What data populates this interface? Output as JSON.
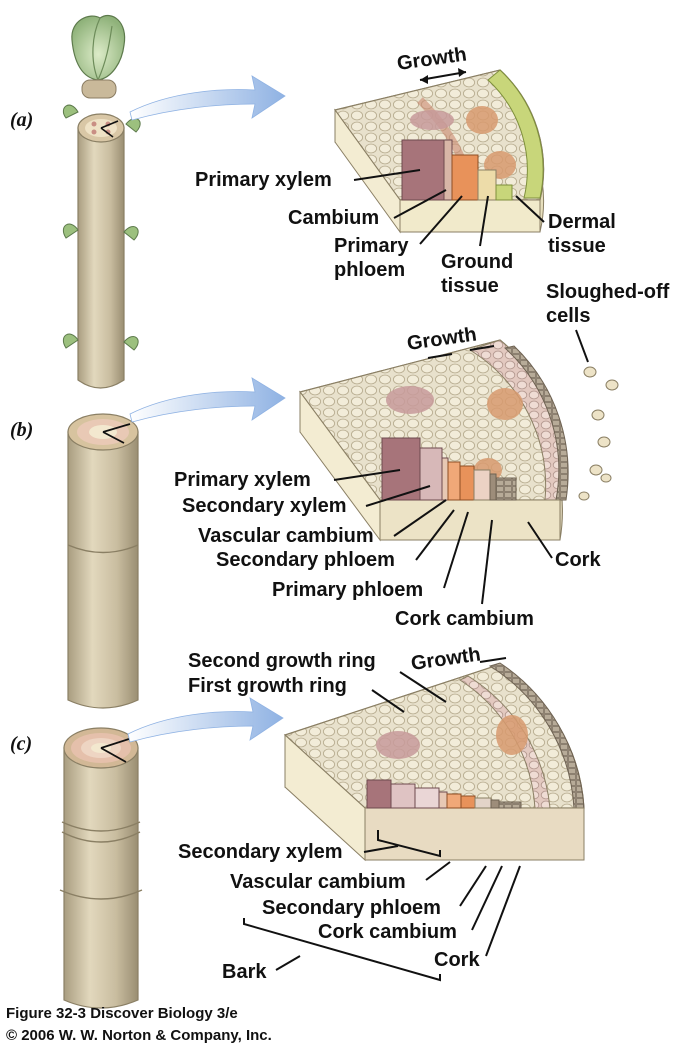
{
  "panels": {
    "a": {
      "letter": "(a)",
      "growth": "Growth",
      "labels": {
        "primary_xylem": "Primary xylem",
        "cambium": "Cambium",
        "primary_phloem_1": "Primary",
        "primary_phloem_2": "phloem",
        "ground_1": "Ground",
        "ground_2": "tissue",
        "dermal_1": "Dermal",
        "dermal_2": "tissue",
        "sloughed_1": "Sloughed-off",
        "sloughed_2": "cells"
      }
    },
    "b": {
      "letter": "(b)",
      "growth": "Growth",
      "labels": {
        "primary_xylem": "Primary xylem",
        "secondary_xylem": "Secondary xylem",
        "vascular_cambium": "Vascular cambium",
        "secondary_phloem": "Secondary phloem",
        "primary_phloem": "Primary phloem",
        "cork_cambium": "Cork cambium",
        "cork": "Cork"
      }
    },
    "c": {
      "letter": "(c)",
      "growth": "Growth",
      "labels": {
        "second_ring": "Second growth ring",
        "first_ring": "First growth ring",
        "secondary_xylem": "Secondary xylem",
        "vascular_cambium": "Vascular cambium",
        "secondary_phloem": "Secondary phloem",
        "cork_cambium": "Cork cambium",
        "cork": "Cork",
        "bark": "Bark"
      }
    }
  },
  "caption": {
    "line1": "Figure 32-3  Discover Biology 3/e",
    "line2": "© 2006 W. W. Norton & Company, Inc."
  },
  "colors": {
    "stem": "#c9bda0",
    "xylem": "#a7747a",
    "phloem": "#e8925a",
    "pith": "#f3ecd2",
    "dermal": "#c8d67a",
    "cork": "#8f8070",
    "arrow": "#9fbde6"
  }
}
